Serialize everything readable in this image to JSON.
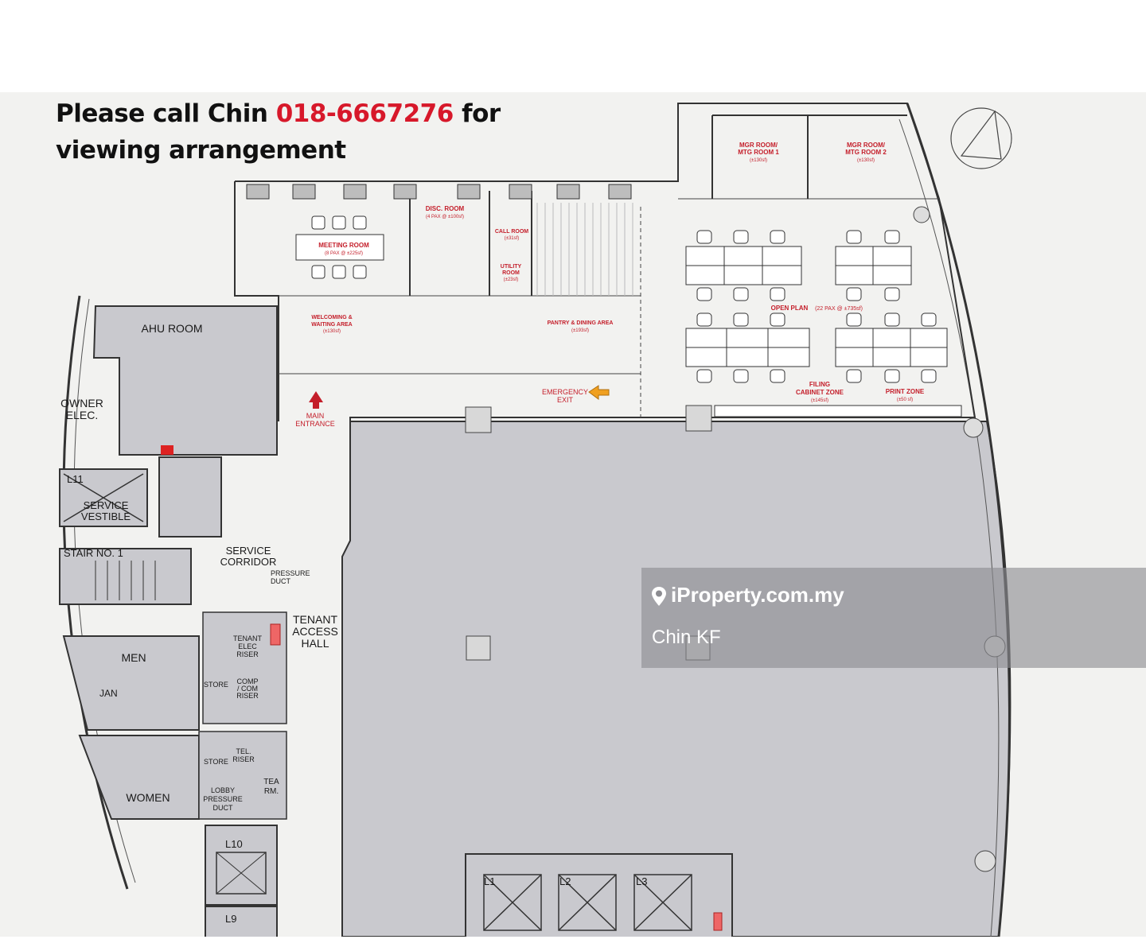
{
  "header": {
    "line1_prefix": "Please call Chin ",
    "phone": "018-6667276",
    "line1_suffix": " for",
    "line2": "viewing arrangement"
  },
  "rooms": {
    "ahu_room": "AHU ROOM",
    "owner_elec_1": "OWNER",
    "owner_elec_2": "ELEC.",
    "l11": "L11",
    "service_vestible_1": "SERVICE",
    "service_vestible_2": "VESTIBLE",
    "stair": "STAIR NO. 1",
    "service_corridor_1": "SERVICE",
    "service_corridor_2": "CORRIDOR",
    "pressure_duct_1": "PRESSURE",
    "pressure_duct_2": "DUCT",
    "tenant_access_1": "TENANT",
    "tenant_access_2": "ACCESS",
    "tenant_access_3": "HALL",
    "men": "MEN",
    "jan": "JAN",
    "store_1": "STORE",
    "tenant_elec_1": "TENANT",
    "tenant_elec_2": "ELEC",
    "tenant_elec_3": "RISER",
    "comp_riser_1": "COMP",
    "comp_riser_2": "/ COM",
    "comp_riser_3": "RISER",
    "store_2": "STORE",
    "tel_riser_1": "TEL.",
    "tel_riser_2": "RISER",
    "tea_rm_1": "TEA",
    "tea_rm_2": "RM.",
    "women": "WOMEN",
    "lobby_duct_1": "LOBBY",
    "lobby_duct_2": "PRESSURE",
    "lobby_duct_3": "DUCT",
    "l10": "L10",
    "l9": "L9",
    "l1": "L1",
    "l2": "L2",
    "l3": "L3",
    "main_entrance_1": "MAIN",
    "main_entrance_2": "ENTRANCE",
    "emergency_exit_1": "EMERGENCY",
    "emergency_exit_2": "EXIT",
    "meeting_room": "MEETING ROOM",
    "meeting_room_sub": "(8 PAX @ ±225sf)",
    "disc_room": "DISC. ROOM",
    "disc_room_sub": "(4 PAX @ ±100sf)",
    "call_room": "CALL ROOM",
    "call_room_sub": "(±31sf)",
    "utility_room_1": "UTILITY",
    "utility_room_2": "ROOM",
    "utility_room_sub": "(±23sf)",
    "welcoming_1": "WELCOMING &",
    "welcoming_2": "WAITING AREA",
    "welcoming_sub": "(±130sf)",
    "pantry": "PANTRY & DINING AREA",
    "pantry_sub": "(±193sf)",
    "mgr1_1": "MGR ROOM/",
    "mgr1_2": "MTG ROOM 1",
    "mgr1_sub": "(±130sf)",
    "mgr2_1": "MGR ROOM/",
    "mgr2_2": "MTG ROOM 2",
    "mgr2_sub": "(±130sf)",
    "open_plan": "OPEN PLAN",
    "open_plan_sub": "(22 PAX @ ±735sf)",
    "filing_1": "FILING",
    "filing_2": "CABINET ZONE",
    "filing_sub": "(±145sf)",
    "print_zone": "PRINT ZONE",
    "print_zone_sub": "(±50 sf)"
  },
  "watermark": {
    "brand": "iProperty.com.my",
    "agent": "Chin KF"
  },
  "colors": {
    "phone_red": "#d7182a",
    "label_red": "#c41e2a",
    "shaded_grey": "#c9c9ce",
    "paper": "#f2f2f0"
  }
}
